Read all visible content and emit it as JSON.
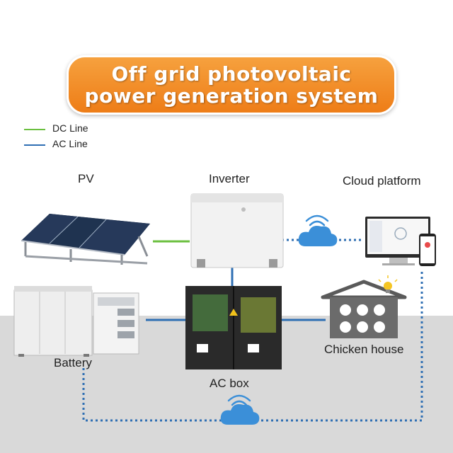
{
  "title": {
    "line1": "Off grid photovoltaic",
    "line2": "power generation system"
  },
  "legend": [
    {
      "label": "DC Line",
      "color": "#6bbf3f"
    },
    {
      "label": "AC Line",
      "color": "#2f6fb3"
    }
  ],
  "nodes": {
    "pv": "PV",
    "inverter": "Inverter",
    "cloud_platform": "Cloud platform",
    "battery": "Battery",
    "ac_box": "AC box",
    "chicken_house": "Chicken house"
  },
  "colors": {
    "banner": "#ef8a22",
    "dc_line": "#6bbf3f",
    "ac_line": "#2f6fb3",
    "wireless": "#3b8fd8"
  },
  "icons": [
    "solar-panel-icon",
    "inverter-icon",
    "cloud-icon",
    "wifi-icon",
    "computer-monitor-icon",
    "phone-icon",
    "battery-cabinet-icon",
    "electrical-cabinet-icon",
    "house-icon",
    "fan-icon",
    "lightbulb-icon"
  ]
}
